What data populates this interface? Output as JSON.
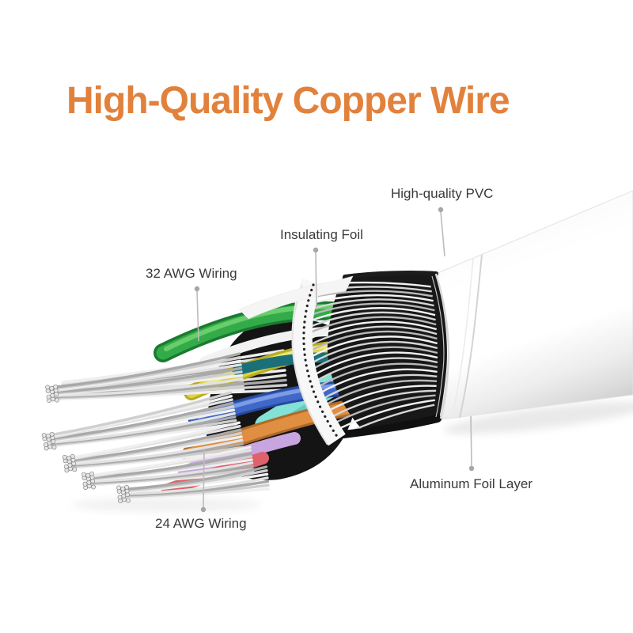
{
  "title": {
    "text": "High-Quality Copper Wire",
    "color": "#E2813C"
  },
  "labels": {
    "pvc": "High-quality PVC",
    "insulating_foil": "Insulating Foil",
    "awg32": "32 AWG Wiring",
    "awg24": "24 AWG Wiring",
    "aluminum_foil": "Aluminum Foil Layer"
  },
  "figure": {
    "subject": "cutaway cable showing internal layers",
    "wire_colors": {
      "green": "#33ab49",
      "white": "#f2f2f2",
      "yellow": "#dcd348",
      "dark_teal": "#1b6f79",
      "teal": "#84e1d5",
      "blue": "#4068c9",
      "orange": "#e08e41",
      "purple": "#c8a5de",
      "pink": "#de616c"
    },
    "leader_line_color": "#bcbcbc",
    "leader_dot_color": "#a6a6a6"
  }
}
